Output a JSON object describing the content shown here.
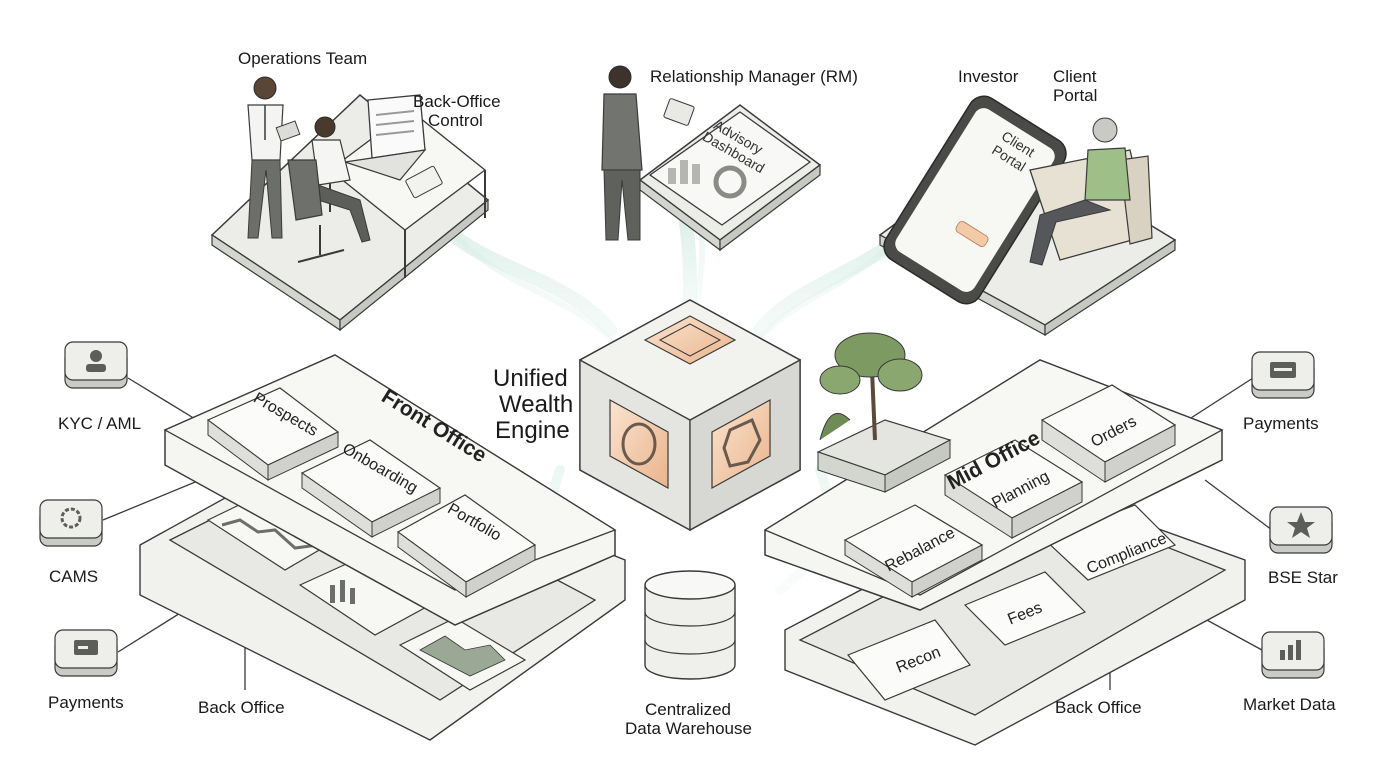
{
  "labels": {
    "operations_team": "Operations Team",
    "back_office_control_1": "Back-Office",
    "back_office_control_2": "Control",
    "relationship_manager": "Relationship Manager (RM)",
    "advisory_1": "Advisory",
    "advisory_2": "Dashboard",
    "investor": "Investor",
    "client_portal_1": "Client",
    "client_portal_2": "Portal",
    "phone_portal_1": "Client",
    "phone_portal_2": "Portal",
    "engine_1": "Unified",
    "engine_2": "Wealth",
    "engine_3": "Engine",
    "warehouse_1": "Centralized",
    "warehouse_2": "Data Warehouse"
  },
  "front_office": {
    "title": "Front Office",
    "modules": [
      "Prospects",
      "Onboarding",
      "Portfolio"
    ],
    "back_label": "Back Office"
  },
  "mid_office": {
    "title": "Mid Office",
    "modules": [
      "Orders",
      "Planning",
      "Rebalance"
    ],
    "back_modules": [
      "Compliance",
      "Fees",
      "Recon"
    ],
    "back_label": "Back Office"
  },
  "integrations": {
    "left": [
      "KYC / AML",
      "CAMS",
      "Payments"
    ],
    "right": [
      "Payments",
      "BSE Star",
      "Market Data"
    ]
  },
  "icons": [
    "person-card-icon",
    "gear-icon",
    "card-icon",
    "payment-card-icon",
    "star-icon",
    "bar-chart-icon"
  ],
  "colors": {
    "accent": "#e8b48f",
    "flow": "#bfe2d8",
    "platform": "#ecede9",
    "line": "#3a3a3a"
  }
}
